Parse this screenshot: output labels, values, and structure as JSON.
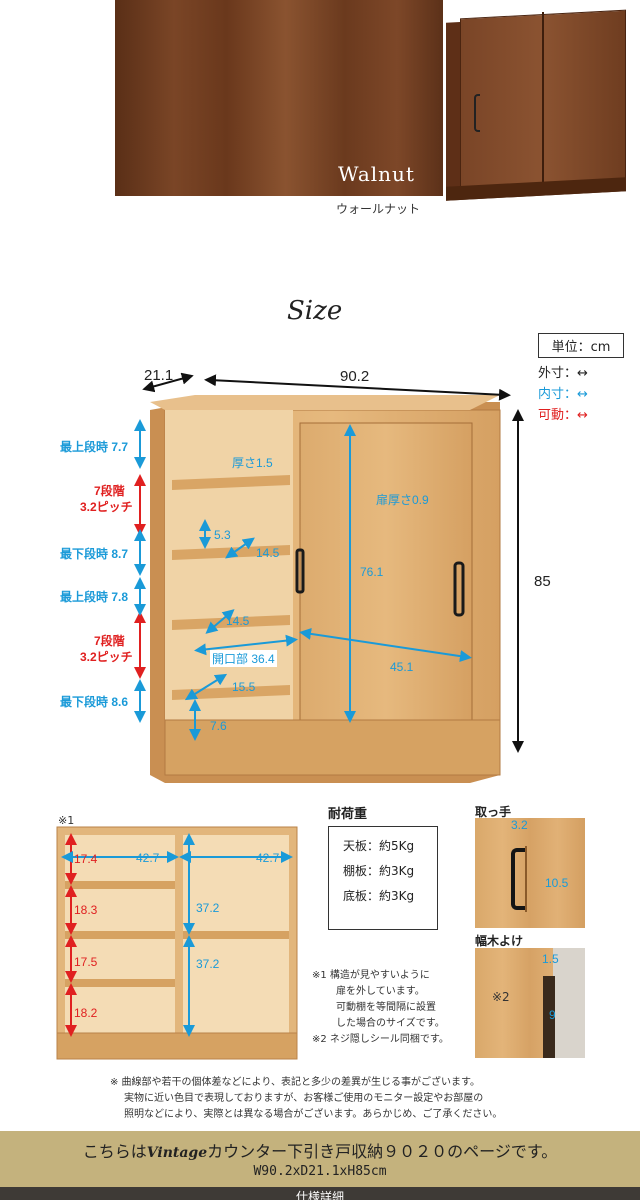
{
  "swatch": {
    "name": "Walnut",
    "name_ja": "ウォールナット"
  },
  "size_title": "Size",
  "legend": {
    "unit": "単位：cm",
    "outer": "外寸：",
    "inner": "内寸：",
    "movable": "可動："
  },
  "main_dims": {
    "depth": "21.1",
    "width": "90.2",
    "height": "85",
    "top_max": "最上段時 7.7",
    "steps1_a": "7段階",
    "steps1_b": "3.2ピッチ",
    "bottom_max1": "最下段時 8.7",
    "top_max2": "最上段時 7.8",
    "steps2_a": "7段階",
    "steps2_b": "3.2ピッチ",
    "bottom_max2": "最下段時 8.6",
    "thickness": "厚さ1.5",
    "shelf_d1": "14.5",
    "shelf_gap": "5.3",
    "shelf_d2": "14.5",
    "opening": "開口部 36.4",
    "bottom_d": "15.5",
    "plinth": "7.6",
    "door_thickness": "扉厚さ0.9",
    "door_height": "76.1",
    "door_width": "45.1"
  },
  "front": {
    "note": "※1",
    "left_heights": [
      "17.4",
      "18.3",
      "17.5",
      "18.2"
    ],
    "widths": [
      "42.7",
      "42.7"
    ],
    "right_heights": [
      "37.2",
      "37.2"
    ]
  },
  "load": {
    "title": "耐荷重",
    "rows": [
      {
        "label": "天板",
        "value": "約5Kg"
      },
      {
        "label": "棚板",
        "value": "約3Kg"
      },
      {
        "label": "底板",
        "value": "約3Kg"
      }
    ]
  },
  "notes": {
    "n1_a": "※1 構造が見やすいように",
    "n1_b": "扉を外しています。",
    "n1_c": "可動棚を等間隔に設置",
    "n1_d": "した場合のサイズです。",
    "n2": "※2 ネジ隠しシール同梱です。"
  },
  "handle": {
    "title": "取っ手",
    "w": "3.2",
    "h": "10.5"
  },
  "baseboard": {
    "title": "幅木よけ",
    "note": "※2",
    "w": "1.5",
    "h": "9"
  },
  "disclaimer": [
    "※ 曲線部や若干の個体差などにより、表記と多少の差異が生じる事がございます。",
    "実物に近い色目で表現しておりますが、お客様ご使用のモニター設定やお部屋の",
    "照明などにより、実際とは異なる場合がございます。あらかじめ、ご了承ください。"
  ],
  "banner": {
    "prefix": "こちらは",
    "brand": "Vintage",
    "rest": "カウンター下引き戸収納９０２０のページです。",
    "spec": "W90.2xD21.1xH85cm"
  },
  "footer_text": "仕様詳細"
}
